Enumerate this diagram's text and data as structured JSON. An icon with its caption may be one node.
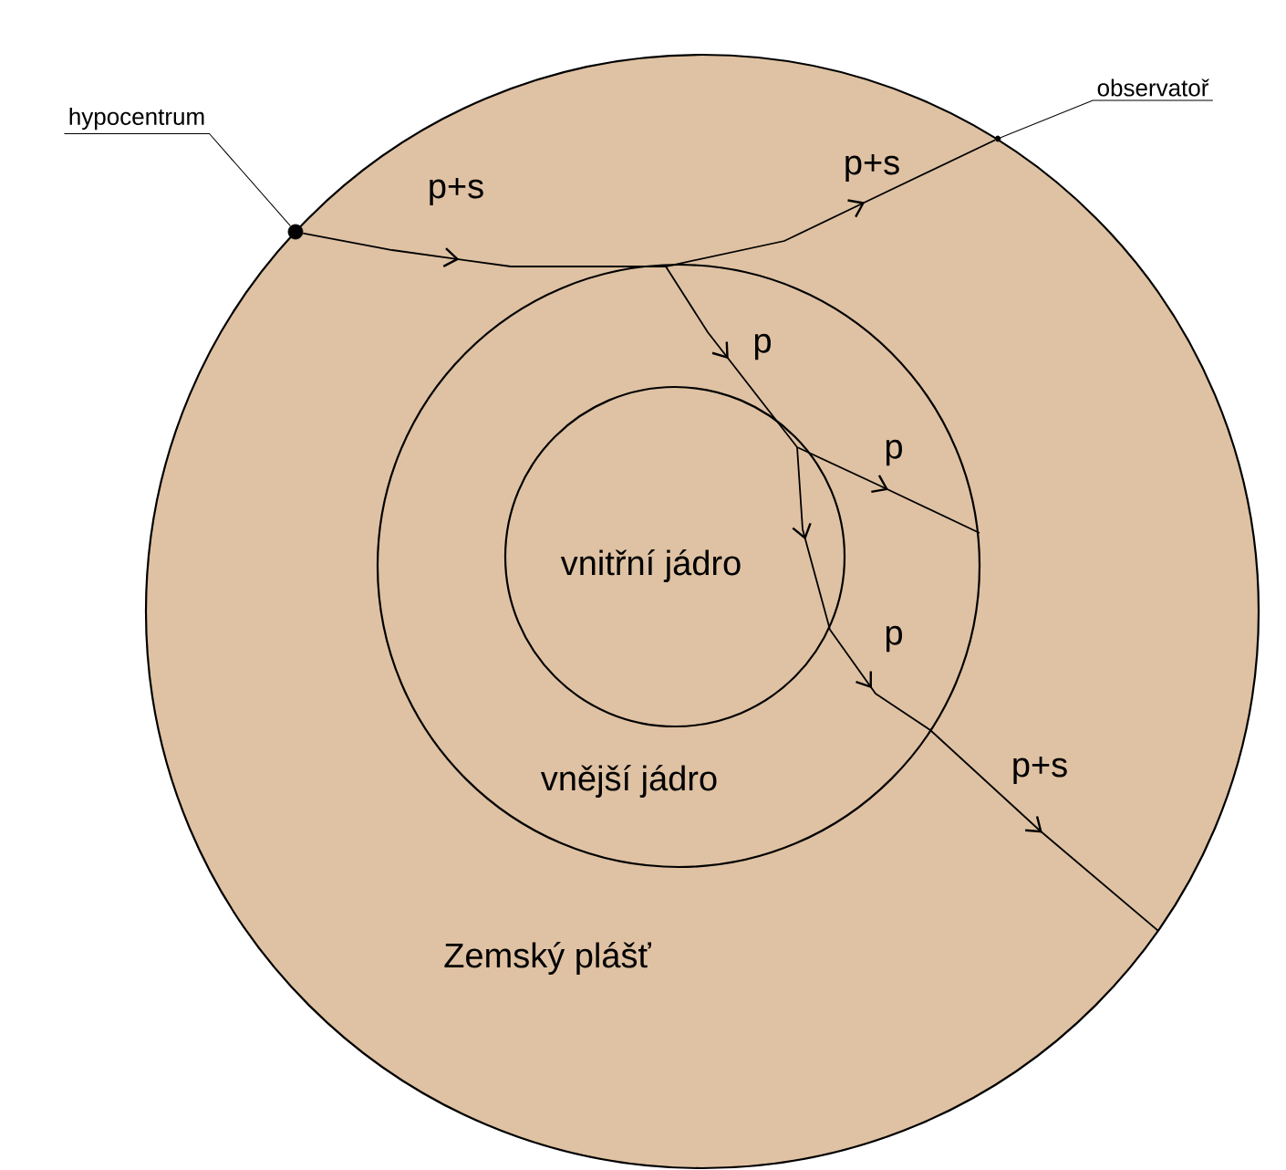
{
  "diagram": {
    "nodes": [
      {
        "text": [
          "Zemský plášť"
        ]
      },
      {
        "text": [
          "vnější jádro"
        ],
        "in": 0
      },
      {
        "text": [
          "vnitřní jádro"
        ],
        "in": 1
      },
      {
        "text": [
          "hypocentrum"
        ]
      },
      {
        "text": [
          "observatoř"
        ]
      },
      {
        "text": [],
        "shape": "circle"
      },
      {
        "text": [],
        "shape": "circle"
      }
    ],
    "edges": [
      {
        "from": 3,
        "to": 5,
        "arrow": "none"
      },
      {
        "from": 4,
        "to": 6,
        "arrow": "none"
      },
      {
        "from": 5,
        "to": 6,
        "arrow": "to"
      }
    ],
    "labels": [
      "p+s",
      "p+s",
      "p",
      "p",
      "p",
      "p+s"
    ]
  }
}
